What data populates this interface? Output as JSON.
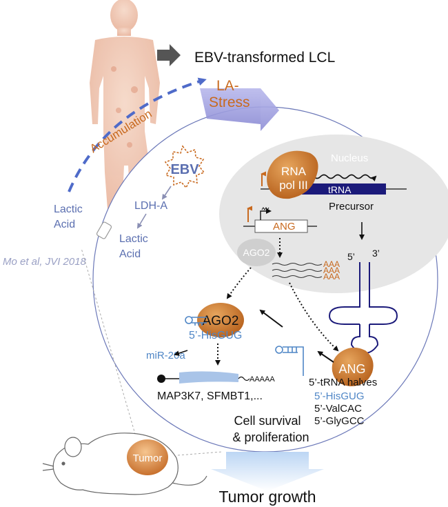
{
  "header": {
    "cell_label": "EBV-transformed LCL"
  },
  "pathway": {
    "la_stress_line1": "LA-",
    "la_stress_line2": "Stress",
    "accumulation": "Accumulation",
    "lactic_acid_outside_1": "Lactic",
    "lactic_acid_outside_2": "Acid",
    "ebv": "EBV",
    "ldha": "LDH-A",
    "lactic_acid_inside_1": "Lactic",
    "lactic_acid_inside_2": "Acid",
    "citation": "Mo et al, JVI 2018"
  },
  "nucleus": {
    "label": "Nucleus",
    "rna_pol_line1": "RNA",
    "rna_pol_line2": "pol III",
    "trna": "tRNA",
    "precursor": "Precursor",
    "ang_gene": "ANG",
    "ago2": "AGO2",
    "polya1": "AAA",
    "polya2": "AAA",
    "polya3": "AAA"
  },
  "cytoplasm": {
    "five_prime": "5’",
    "three_prime": "3’",
    "ago2_complex": "AGO2",
    "hisgug_bound": "5’-HisGUG",
    "mir20a": "miR-20a",
    "polya_tail": "AAAAA",
    "targets": "MAP3K7, SFMBT1,...",
    "ang_enzyme": "ANG",
    "halves_title": "5’-tRNA halves",
    "half_hisgug": "5’-HisGUG",
    "half_valcac": "5’-ValCAC",
    "half_glygcc": "5’-GlyGCC",
    "outcome_line1": "Cell survival",
    "outcome_line2": "& proliferation"
  },
  "footer": {
    "tumor": "Tumor",
    "tumor_growth": "Tumor growth"
  },
  "colors": {
    "orange": "#c8691e",
    "blue_text": "#5b6fb0",
    "light_blue": "#4f86c6",
    "navy": "#1b1a7a",
    "gray_nucleus": "#e6e6e6",
    "skin": "#f1c9b4"
  }
}
